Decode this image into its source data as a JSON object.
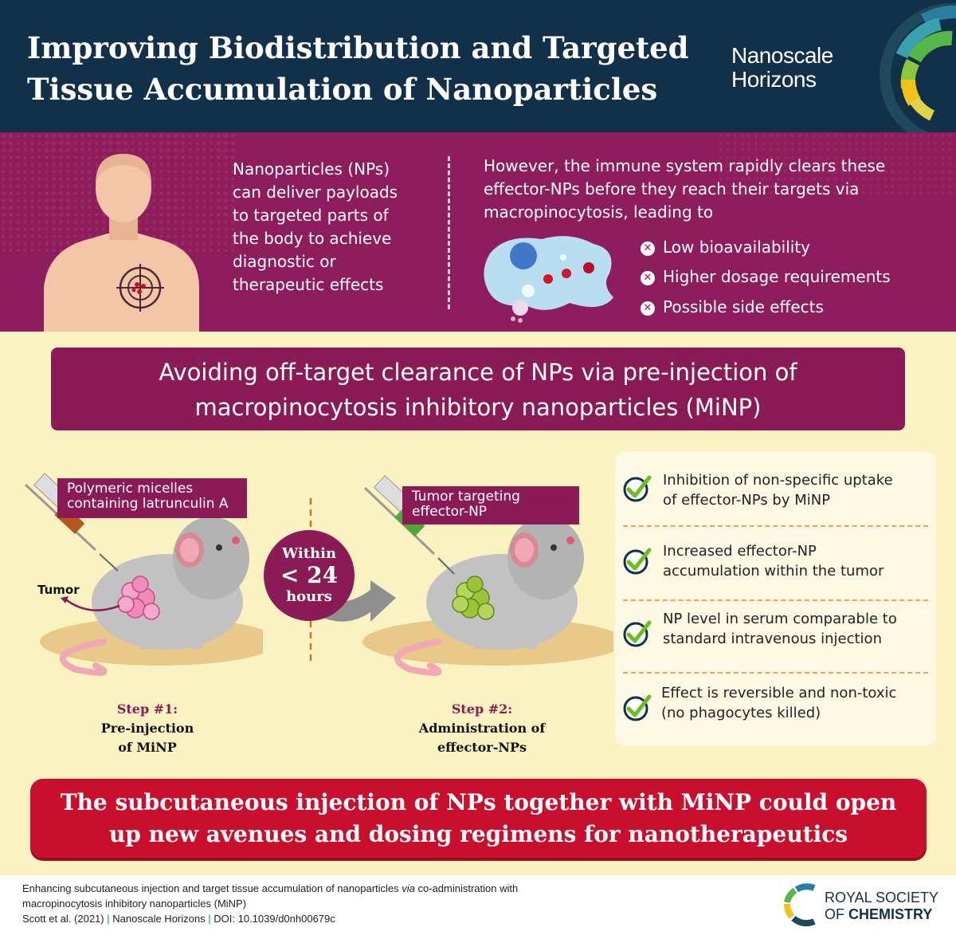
{
  "header": {
    "title_line1": "Improving Biodistribution and Targeted",
    "title_line2": "Tissue Accumulation of Nanoparticles",
    "journal_line1": "Nanoscale",
    "journal_line2": "Horizons"
  },
  "intro": {
    "left_lines": [
      "Nanoparticles (NPs)",
      "can deliver payloads",
      "to targeted parts of",
      "the body to achieve",
      "diagnostic or",
      "therapeutic effects"
    ],
    "right_lines": [
      "However, the immune system rapidly clears these",
      "effector-NPs before they reach their targets via",
      "macropinocytosis, leading to"
    ],
    "consequences": [
      "Low bioavailability",
      "Higher dosage requirements",
      "Possible side effects"
    ]
  },
  "banner": {
    "line1": "Avoiding off-target clearance of NPs via pre-injection of",
    "line2": "macropinocytosis inhibitory nanoparticles (MiNP)"
  },
  "step1": {
    "tag_line1": "Polymeric micelles",
    "tag_line2": "containing latrunculin A",
    "tumor_label": "Tumor",
    "number": "Step #1:",
    "desc_line1": "Pre-injection",
    "desc_line2": "of MiNP"
  },
  "timer": {
    "line1": "Within",
    "line2": "< 24",
    "line3": "hours"
  },
  "step2": {
    "tag_line1": "Tumor targeting",
    "tag_line2": "effector-NP",
    "number": "Step #2:",
    "desc_line1": "Administration of",
    "desc_line2": "effector-NPs"
  },
  "benefits": [
    {
      "line1": "Inhibition of non-specific uptake",
      "line2": "of effector-NPs by MiNP"
    },
    {
      "line1": "Increased effector-NP",
      "line2": "accumulation within the tumor"
    },
    {
      "line1": "NP level in serum comparable to",
      "line2": "standard intravenous injection"
    },
    {
      "line1": "Effect is reversible and non-toxic",
      "line2": "(no phagocytes killed)"
    }
  ],
  "conclusion": {
    "line1": "The subcutaneous injection of NPs together with MiNP could open",
    "line2": "up new avenues and dosing regimens for nanotherapeutics"
  },
  "footer": {
    "ref_pre": "Enhancing subcutaneous injection and target tissue accumulation of nanoparticles ",
    "ref_via": "via",
    "ref_post": " co-administration with",
    "ref_line2": "macropinocytosis inhibitory nanoparticles (MiNP)",
    "citation": "Scott et al. (2021)",
    "journal": "Nanoscale Horizons",
    "doi": "DOI: 10.1039/d0nh00679c",
    "sep": "|",
    "rsc_line1": "ROYAL SOCIETY",
    "rsc_of": "OF ",
    "rsc_chem": "CHEMISTRY"
  },
  "colors": {
    "header_bg": "#12304a",
    "intro_bg": "#8e1d5e",
    "panel_bg": "#faf2c0",
    "accent_purple": "#8a1b57",
    "conclusion_red": "#c8102e",
    "check_green": "#6abf1e"
  }
}
